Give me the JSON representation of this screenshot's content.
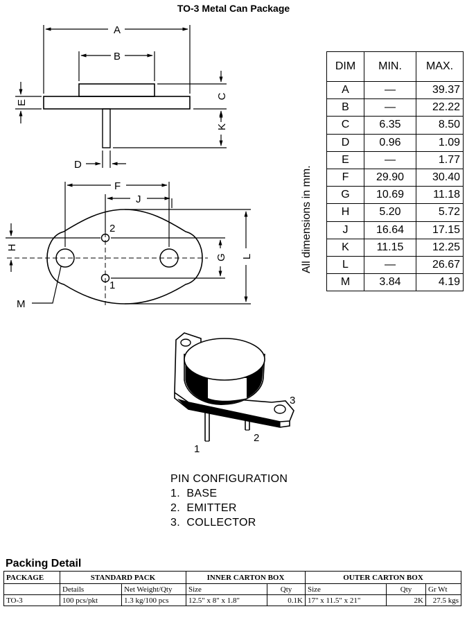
{
  "title": "TO-3 Metal Can Package",
  "dim_labels": {
    "A": "A",
    "B": "B",
    "C": "C",
    "D": "D",
    "E": "E",
    "F": "F",
    "J": "J",
    "H": "H",
    "G": "G",
    "L": "L",
    "K": "K",
    "M": "M"
  },
  "pin_labels": {
    "p1": "1",
    "p2": "2",
    "p3": "3"
  },
  "dim_table": {
    "headers": [
      "DIM",
      "MIN.",
      "MAX."
    ],
    "rows": [
      [
        "A",
        "—",
        "39.37"
      ],
      [
        "B",
        "—",
        "22.22"
      ],
      [
        "C",
        "6.35",
        "8.50"
      ],
      [
        "D",
        "0.96",
        "1.09"
      ],
      [
        "E",
        "—",
        "1.77"
      ],
      [
        "F",
        "29.90",
        "30.40"
      ],
      [
        "G",
        "10.69",
        "11.18"
      ],
      [
        "H",
        "5.20",
        "5.72"
      ],
      [
        "J",
        "16.64",
        "17.15"
      ],
      [
        "K",
        "11.15",
        "12.25"
      ],
      [
        "L",
        "—",
        "26.67"
      ],
      [
        "M",
        "3.84",
        "4.19"
      ]
    ]
  },
  "units_note": "All dimensions in mm.",
  "pin_config": {
    "heading": "PIN CONFIGURATION",
    "items": [
      "1.  BASE",
      "2.  EMITTER",
      "3.  COLLECTOR"
    ]
  },
  "packing": {
    "title": "Packing Detail",
    "headers": {
      "package": "PACKAGE",
      "standard": "STANDARD PACK",
      "inner": "INNER CARTON BOX",
      "outer": "OUTER CARTON BOX"
    },
    "subheaders": {
      "details": "Details",
      "net_weight": "Net Weight/Qty",
      "inner_size": "Size",
      "inner_qty": "Qty",
      "outer_size": "Size",
      "outer_qty": "Qty",
      "gr_wt": "Gr Wt"
    },
    "row": {
      "package": "TO-3",
      "details": "100 pcs/pkt",
      "net_weight": "1.3 kg/100 pcs",
      "inner_size": "12.5\" x 8\" x 1.8\"",
      "inner_qty": "0.1K",
      "outer_size": "17\" x 11.5\" x 21\"",
      "outer_qty": "2K",
      "gr_wt": "27.5 kgs"
    }
  }
}
